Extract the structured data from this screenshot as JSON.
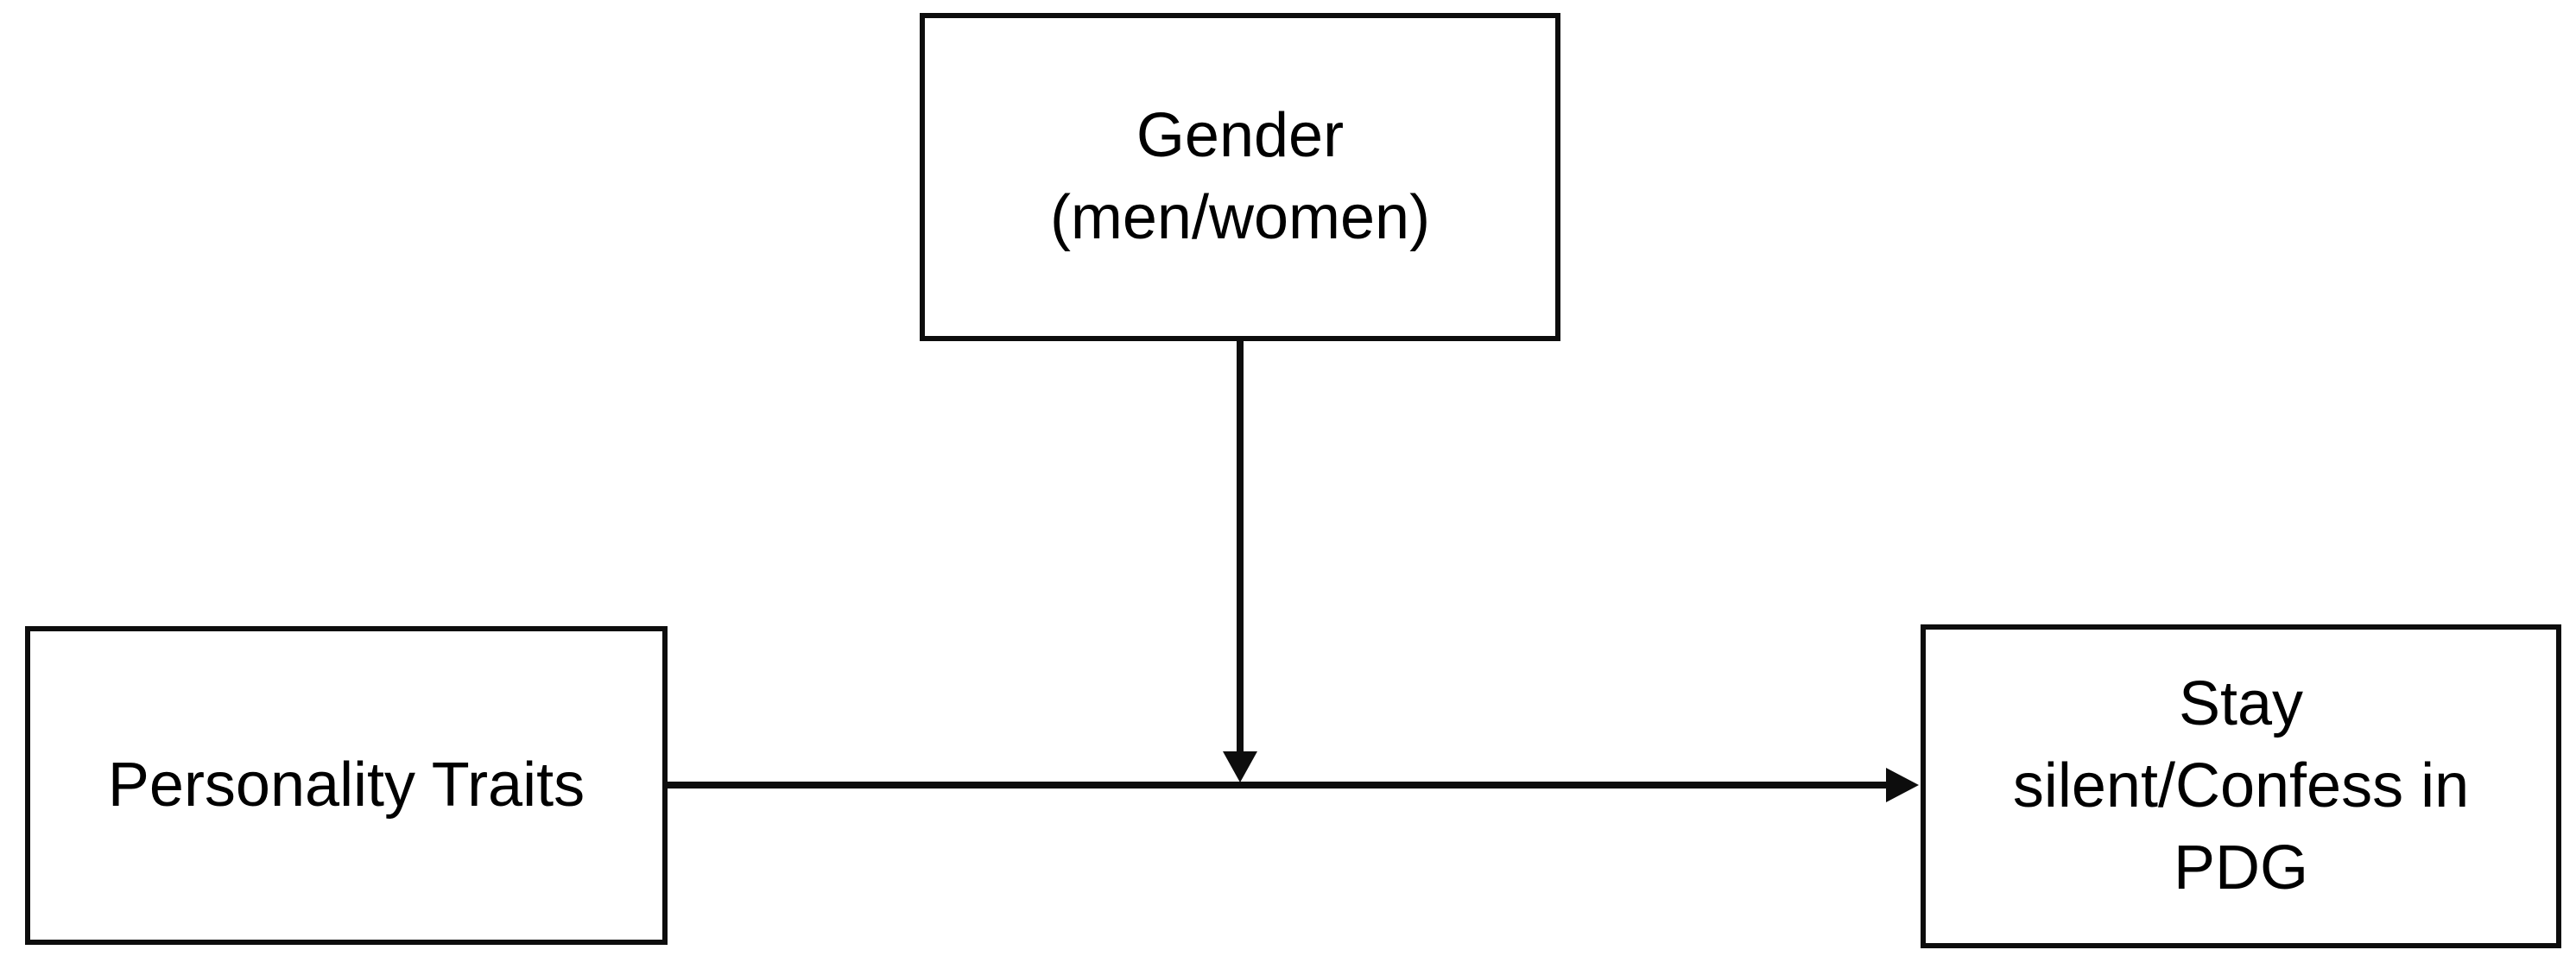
{
  "diagram": {
    "type": "moderation-model",
    "background_color": "#ffffff",
    "line_color": "#000000",
    "box_border_color": "#0d0d0d",
    "boxes": {
      "moderator": {
        "role": "moderator",
        "lines": [
          "Gender",
          "(men/women)"
        ]
      },
      "predictor": {
        "role": "predictor",
        "lines": [
          "Personality Traits"
        ]
      },
      "outcome": {
        "role": "outcome",
        "lines": [
          "Stay",
          "silent/Confess in",
          "PDG"
        ]
      }
    },
    "arrows": [
      {
        "from": "predictor",
        "to": "outcome",
        "kind": "direct-effect",
        "direction": "right"
      },
      {
        "from": "moderator",
        "to": "direct-effect-path",
        "kind": "moderation",
        "direction": "down"
      }
    ]
  }
}
